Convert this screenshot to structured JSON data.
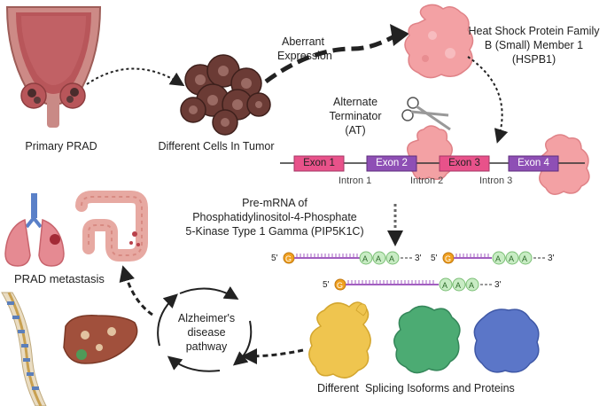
{
  "labels": {
    "primary": "Primary PRAD",
    "cells": "Different Cells In Tumor",
    "aberrant_line1": "Aberrant",
    "aberrant_line2": "Expression",
    "hspb1_line1": "Heat Shock Protein Family",
    "hspb1_line2": "B (Small) Member 1",
    "hspb1_line3": "(HSPB1)",
    "at_line1": "Alternate",
    "at_line2": "Terminator",
    "at_line3": "(AT)",
    "premrna_line1": "Pre-mRNA of",
    "premrna_line2": "Phosphatidylinositol-4-Phosphate",
    "premrna_line3": "5-Kinase Type 1 Gamma (PIP5K1C)",
    "metastasis": "PRAD metastasis",
    "alz_line1": "Alzheimer's",
    "alz_line2": "disease",
    "alz_line3": "pathway",
    "isoforms": "Different  Splicing Isoforms and Proteins"
  },
  "gene": {
    "exons": [
      "Exon 1",
      "Exon 2",
      "Exon 3",
      "Exon 4"
    ],
    "introns": [
      "Intron 1",
      "Intron 2",
      "Intron 3"
    ]
  },
  "mrna": {
    "cap": "G",
    "poly_a": "A",
    "five_prime": "5'",
    "three_prime": "3'"
  },
  "colors": {
    "exon_pink": "#e8528a",
    "exon_purple": "#8e4fb5",
    "hspb1": "#f3a1a4",
    "isoform_yellow": "#efc54f",
    "isoform_green": "#4cab73",
    "isoform_blue": "#5b76c8",
    "prostate": "#b8565a",
    "liver": "#a1503c"
  }
}
